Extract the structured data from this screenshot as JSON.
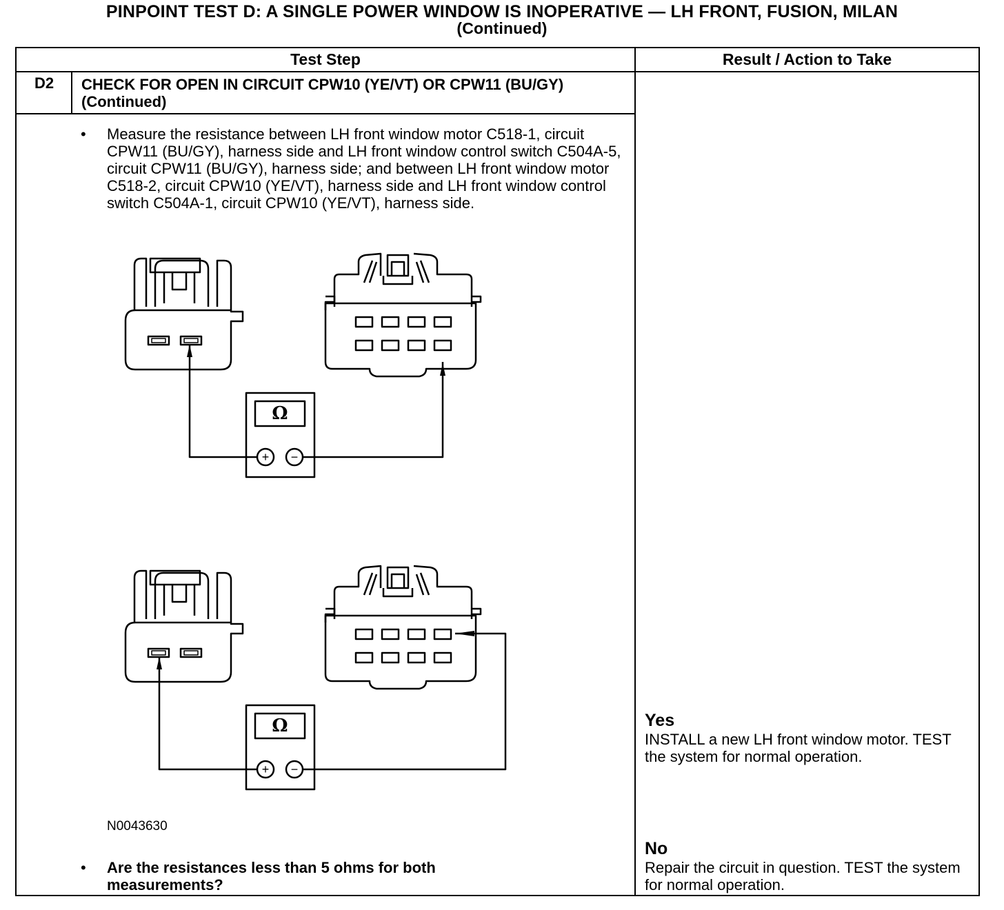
{
  "title": "PINPOINT TEST  D: A SINGLE POWER WINDOW IS INOPERATIVE — LH FRONT, FUSION, MILAN",
  "subtitle": "(Continued)",
  "table": {
    "col_test_step": "Test Step",
    "col_result": "Result / Action to Take"
  },
  "step": {
    "id": "D2",
    "title": "CHECK FOR OPEN IN CIRCUIT CPW10 (YE/VT) OR CPW11 (BU/GY) (Continued)",
    "bullet_symbol": "•",
    "instruction": "Measure the resistance between LH front window motor C518-1, circuit CPW11 (BU/GY), harness side and LH front window control switch C504A-5, circuit CPW11 (BU/GY), harness side; and  between LH front window motor C518-2, circuit CPW10 (YE/VT), harness side and LH front window control switch C504A-1, circuit CPW10 (YE/VT), harness side.",
    "figure_id": "N0043630",
    "question": "Are the resistances less than 5 ohms for both measurements?"
  },
  "meter": {
    "symbol": "Ω",
    "plus": "+",
    "minus": "−"
  },
  "results": {
    "yes_label": "Yes",
    "yes_text": "INSTALL a new LH front window motor. TEST the system for normal operation.",
    "no_label": "No",
    "no_text": "Repair the circuit in question. TEST the system for normal operation."
  }
}
